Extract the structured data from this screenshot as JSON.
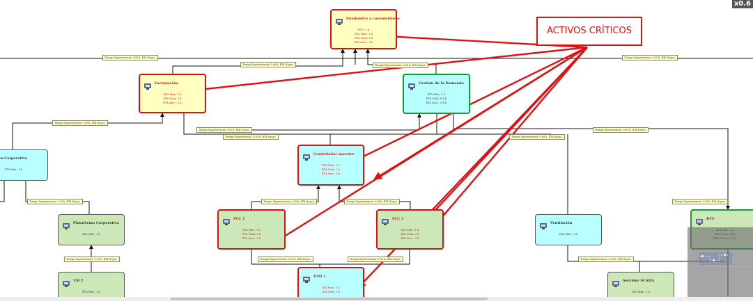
{
  "zoom_label": "x0.6",
  "callout": {
    "text": "ACTIVOS CRÍTICOS"
  },
  "colors": {
    "critical": "#e01010",
    "key": "#11a030",
    "yellow_fill": "#ffffc0",
    "cyan_fill": "#b8ffff",
    "green_fill": "#cde8b8"
  },
  "nodes": [
    {
      "id": "suministro",
      "title": "Suministro a consumidores",
      "fill": "yellow",
      "border": "red",
      "icon": "users-icon",
      "lines": [
        "RTO: 1 h",
        "RTA Máx.: 1 h",
        "RTA Total: 2 h",
        "RTA Asoc.: 2 h"
      ]
    },
    {
      "id": "facturacion",
      "title": "Facturación",
      "fill": "yellow",
      "border": "red",
      "icon": "document-icon",
      "lines": [
        "RTO Máx.: 1 h",
        "RTA Total: 2 h",
        "RTA Asoc.: 2 h"
      ]
    },
    {
      "id": "gestion",
      "title": "Gestión de la Demanda",
      "fill": "cyan",
      "border": "green",
      "icon": "network-icon",
      "lines": [
        "RTA Máx.: 1 h",
        "RTA Total: 0.8 h",
        "RTA Asoc.: 0.8 h"
      ]
    },
    {
      "id": "corporativa",
      "title": "Aplicación Corporativa",
      "fill": "cyan",
      "border": "gray",
      "icon": "",
      "lines": [
        "RTA Máx.: 1 h"
      ]
    },
    {
      "id": "controlador",
      "title": "Controlador maestro",
      "fill": "cyan",
      "border": "red",
      "icon": "server-icon",
      "lines": [
        "RTO Máx.: 1 h",
        "RTA Total: 2 h",
        "RTA Asoc.: 2 h"
      ]
    },
    {
      "id": "plataforma",
      "title": "Plataforma Corporativa",
      "fill": "green",
      "border": "gray",
      "icon": "plataforma-icon",
      "lines": [
        "RTA Máx.: 1 h"
      ]
    },
    {
      "id": "plc1",
      "title": "PLC 1",
      "fill": "green",
      "border": "red",
      "icon": "plc-icon",
      "lines": [
        "RTA Máx.: 1 h",
        "RTA Total: 2 h",
        "RTA Asoc.: 2 h"
      ]
    },
    {
      "id": "plc2",
      "title": "PLC 2",
      "fill": "green",
      "border": "red",
      "icon": "plc-icon",
      "lines": [
        "RTA Máx.: 1 h",
        "RTA Total: 2 h",
        "RTA Asoc.: 2 h"
      ]
    },
    {
      "id": "ventilacion",
      "title": "Ventilación",
      "fill": "cyan",
      "border": "gray",
      "icon": "fan-icon",
      "lines": [
        "RTA Máx.: 1 h"
      ]
    },
    {
      "id": "rtu",
      "title": "RTU",
      "fill": "green",
      "border": "green",
      "icon": "rtu-icon",
      "lines": [
        "RTA Máx.: 1 h",
        "RTA Total: 0.8 h",
        "RTA Primer: 0.8 h"
      ]
    },
    {
      "id": "vm2",
      "title": "VM 2",
      "fill": "green",
      "border": "gray",
      "icon": "vm-icon",
      "lines": [
        "RTA Máx.: 1 h"
      ]
    },
    {
      "id": "hmi1",
      "title": "HMI 1",
      "fill": "cyan",
      "border": "red",
      "icon": "monitor-icon",
      "lines": [
        "RTA Máx.: 1 h",
        "RTA Total: 2 h"
      ]
    },
    {
      "id": "scada",
      "title": "Servidor SCADA",
      "fill": "green",
      "border": "gray",
      "icon": "scada-icon",
      "lines": [
        "RTA Máx.: 1 h"
      ]
    }
  ],
  "link_labels": [
    "Tiempo Supervivencia: 0.00 h, RTA Negoc.",
    "Tiempo Supervivencia: 0.00 h, RTA Negoc.",
    "Tiempo Supervivencia: 0.00 h, RTA Negoc.",
    "Tiempo Supervivencia: 0.00 h, RTA Negoc.",
    "Tiempo Supervivencia: 0.00 h, RTA Negoc.",
    "Tiempo Supervivencia: 0.00 h, RTA Negoc.",
    "Tiempo Supervivencia: 0.00 h, RTA Negoc.",
    "Tiempo Supervivencia: 0.00 h, RTA Negoc.",
    "Tiempo Supervivencia: 0.00 h, RTA Negoc.",
    "Tiempo Supervivencia: 0.00 h, RTA Negoc.",
    "Tiempo Supervivencia: 0.00 h, RTA Negoc.",
    "Tiempo Supervivencia: 0.00 h, RTA Negoc.",
    "Tiempo Supervivencia: 0.00 h, RTA Negoc.",
    "Tiempo Supervivencia: 0.00 h, RTA Negoc.",
    "Tiempo Supervivencia: 0.00 h, RTA Negoc.",
    "Tiempo Supervivencia: 0.00 h, RTA Negoc.",
    "Tiempo Supervivencia: 0.00 h, RTA Negoc."
  ]
}
